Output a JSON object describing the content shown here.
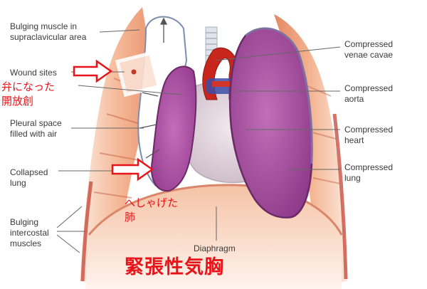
{
  "labels": {
    "bulging_muscle": "Bulging muscle in\nsupraclavicular area",
    "wound_sites": "Wound sites",
    "pleural_space": "Pleural space\nfilled with air",
    "collapsed_lung": "Collapsed\nlung",
    "bulging_intercostal": "Bulging\nintercostal\nmuscles",
    "diaphragm": "Diaphragm",
    "compressed_venae_cavae": "Compressed\nvenae cavae",
    "compressed_aorta": "Compressed\naorta",
    "compressed_heart": "Compressed\nheart",
    "compressed_lung": "Compressed\nlung"
  },
  "annotations": {
    "valve_wound": "弁になった\n開放創",
    "flattened_lung": "へしゃげた\n肺",
    "title": "緊張性気胸"
  },
  "colors": {
    "annotation_red": "#e8141a",
    "lung_purple": "#9a3f95",
    "chest_wall": "#f2b08e"
  },
  "icons": [
    "red-arrow-icon",
    "red-arrow-icon"
  ]
}
